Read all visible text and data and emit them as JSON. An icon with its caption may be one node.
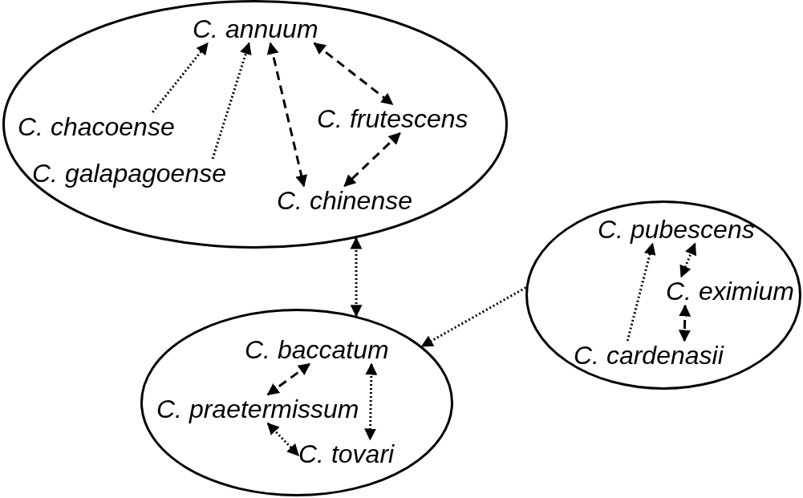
{
  "diagram": {
    "nodes": [
      {
        "text": [],
        "shape": "ellipse"
      },
      {
        "text": [
          "C. annuum"
        ],
        "in": 0
      },
      {
        "text": [
          "C. chacoense"
        ],
        "in": 0
      },
      {
        "text": [
          "C. frutescens"
        ],
        "in": 0
      },
      {
        "text": [
          "C. galapagoense"
        ],
        "in": 0
      },
      {
        "text": [
          "C. chinense"
        ],
        "in": 0
      },
      {
        "text": [],
        "shape": "ellipse"
      },
      {
        "text": [
          "C. pubescens"
        ],
        "in": 6
      },
      {
        "text": [
          "C. eximium"
        ],
        "in": 6
      },
      {
        "text": [
          "C. cardenasii"
        ],
        "in": 6
      },
      {
        "text": [],
        "shape": "ellipse"
      },
      {
        "text": [
          "C. baccatum"
        ],
        "in": 10
      },
      {
        "text": [
          "C. praetermissum"
        ],
        "in": 10
      },
      {
        "text": [
          "C. tovari"
        ],
        "in": 10
      }
    ],
    "edges": [
      {
        "from": 2,
        "to": 1,
        "arrow": "to"
      },
      {
        "from": 4,
        "to": 1,
        "arrow": "to"
      },
      {
        "from": 1,
        "to": 5,
        "arrow": "both",
        "style": "dashed"
      },
      {
        "from": 1,
        "to": 3,
        "arrow": "both",
        "style": "dashed"
      },
      {
        "from": 3,
        "to": 5,
        "arrow": "both",
        "style": "dashed"
      },
      {
        "from": 0,
        "to": 10,
        "arrow": "both"
      },
      {
        "from": 6,
        "to": 10,
        "arrow": "to"
      },
      {
        "from": 9,
        "to": 7,
        "arrow": "to"
      },
      {
        "from": 7,
        "to": 8,
        "arrow": "both"
      },
      {
        "from": 8,
        "to": 9,
        "arrow": "both",
        "style": "dashed"
      },
      {
        "from": 11,
        "to": 12,
        "arrow": "both",
        "style": "dashed"
      },
      {
        "from": 11,
        "to": 13,
        "arrow": "both"
      },
      {
        "from": 12,
        "to": 13,
        "arrow": "both"
      }
    ]
  }
}
